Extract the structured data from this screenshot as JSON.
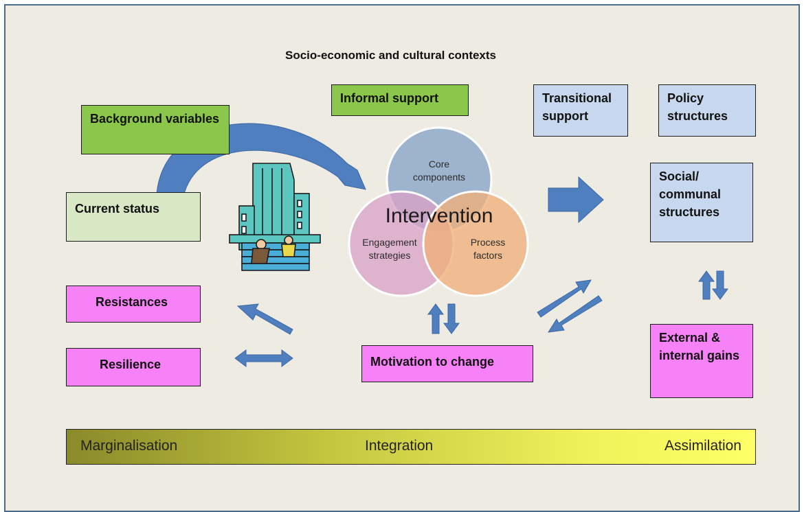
{
  "title": "Socio-economic and cultural contexts",
  "boxes": {
    "informal_support": "Informal support",
    "background_variables": "Background variables",
    "current_status": "Current status",
    "transitional_support": "Transitional support",
    "policy_structures": "Policy structures",
    "social_communal_structures": "Social/ communal structures",
    "resistances": "Resistances",
    "resilience": "Resilience",
    "motivation_to_change": "Motivation to change",
    "external_internal_gains": "External & internal gains"
  },
  "venn": {
    "center_label": "Intervention",
    "top": "Core components",
    "left": "Engagement strategies",
    "right": "Process factors"
  },
  "scale": {
    "left": "Marginalisation",
    "middle": "Integration",
    "right": "Assimilation"
  },
  "colors": {
    "background": "#eeebe2",
    "green": "#8ac74a",
    "light_green": "#d8e8c4",
    "blue_box": "#c7d8ee",
    "pink": "#f782f7",
    "arrow": "#4f7fbf",
    "venn_top": "#8fa9c9",
    "venn_left": "#d9a3c6",
    "venn_right": "#f0b07a"
  },
  "icons": [
    "curved-arrow-icon",
    "building-clipart-icon",
    "right-arrow-icon",
    "double-arrow-icon"
  ]
}
